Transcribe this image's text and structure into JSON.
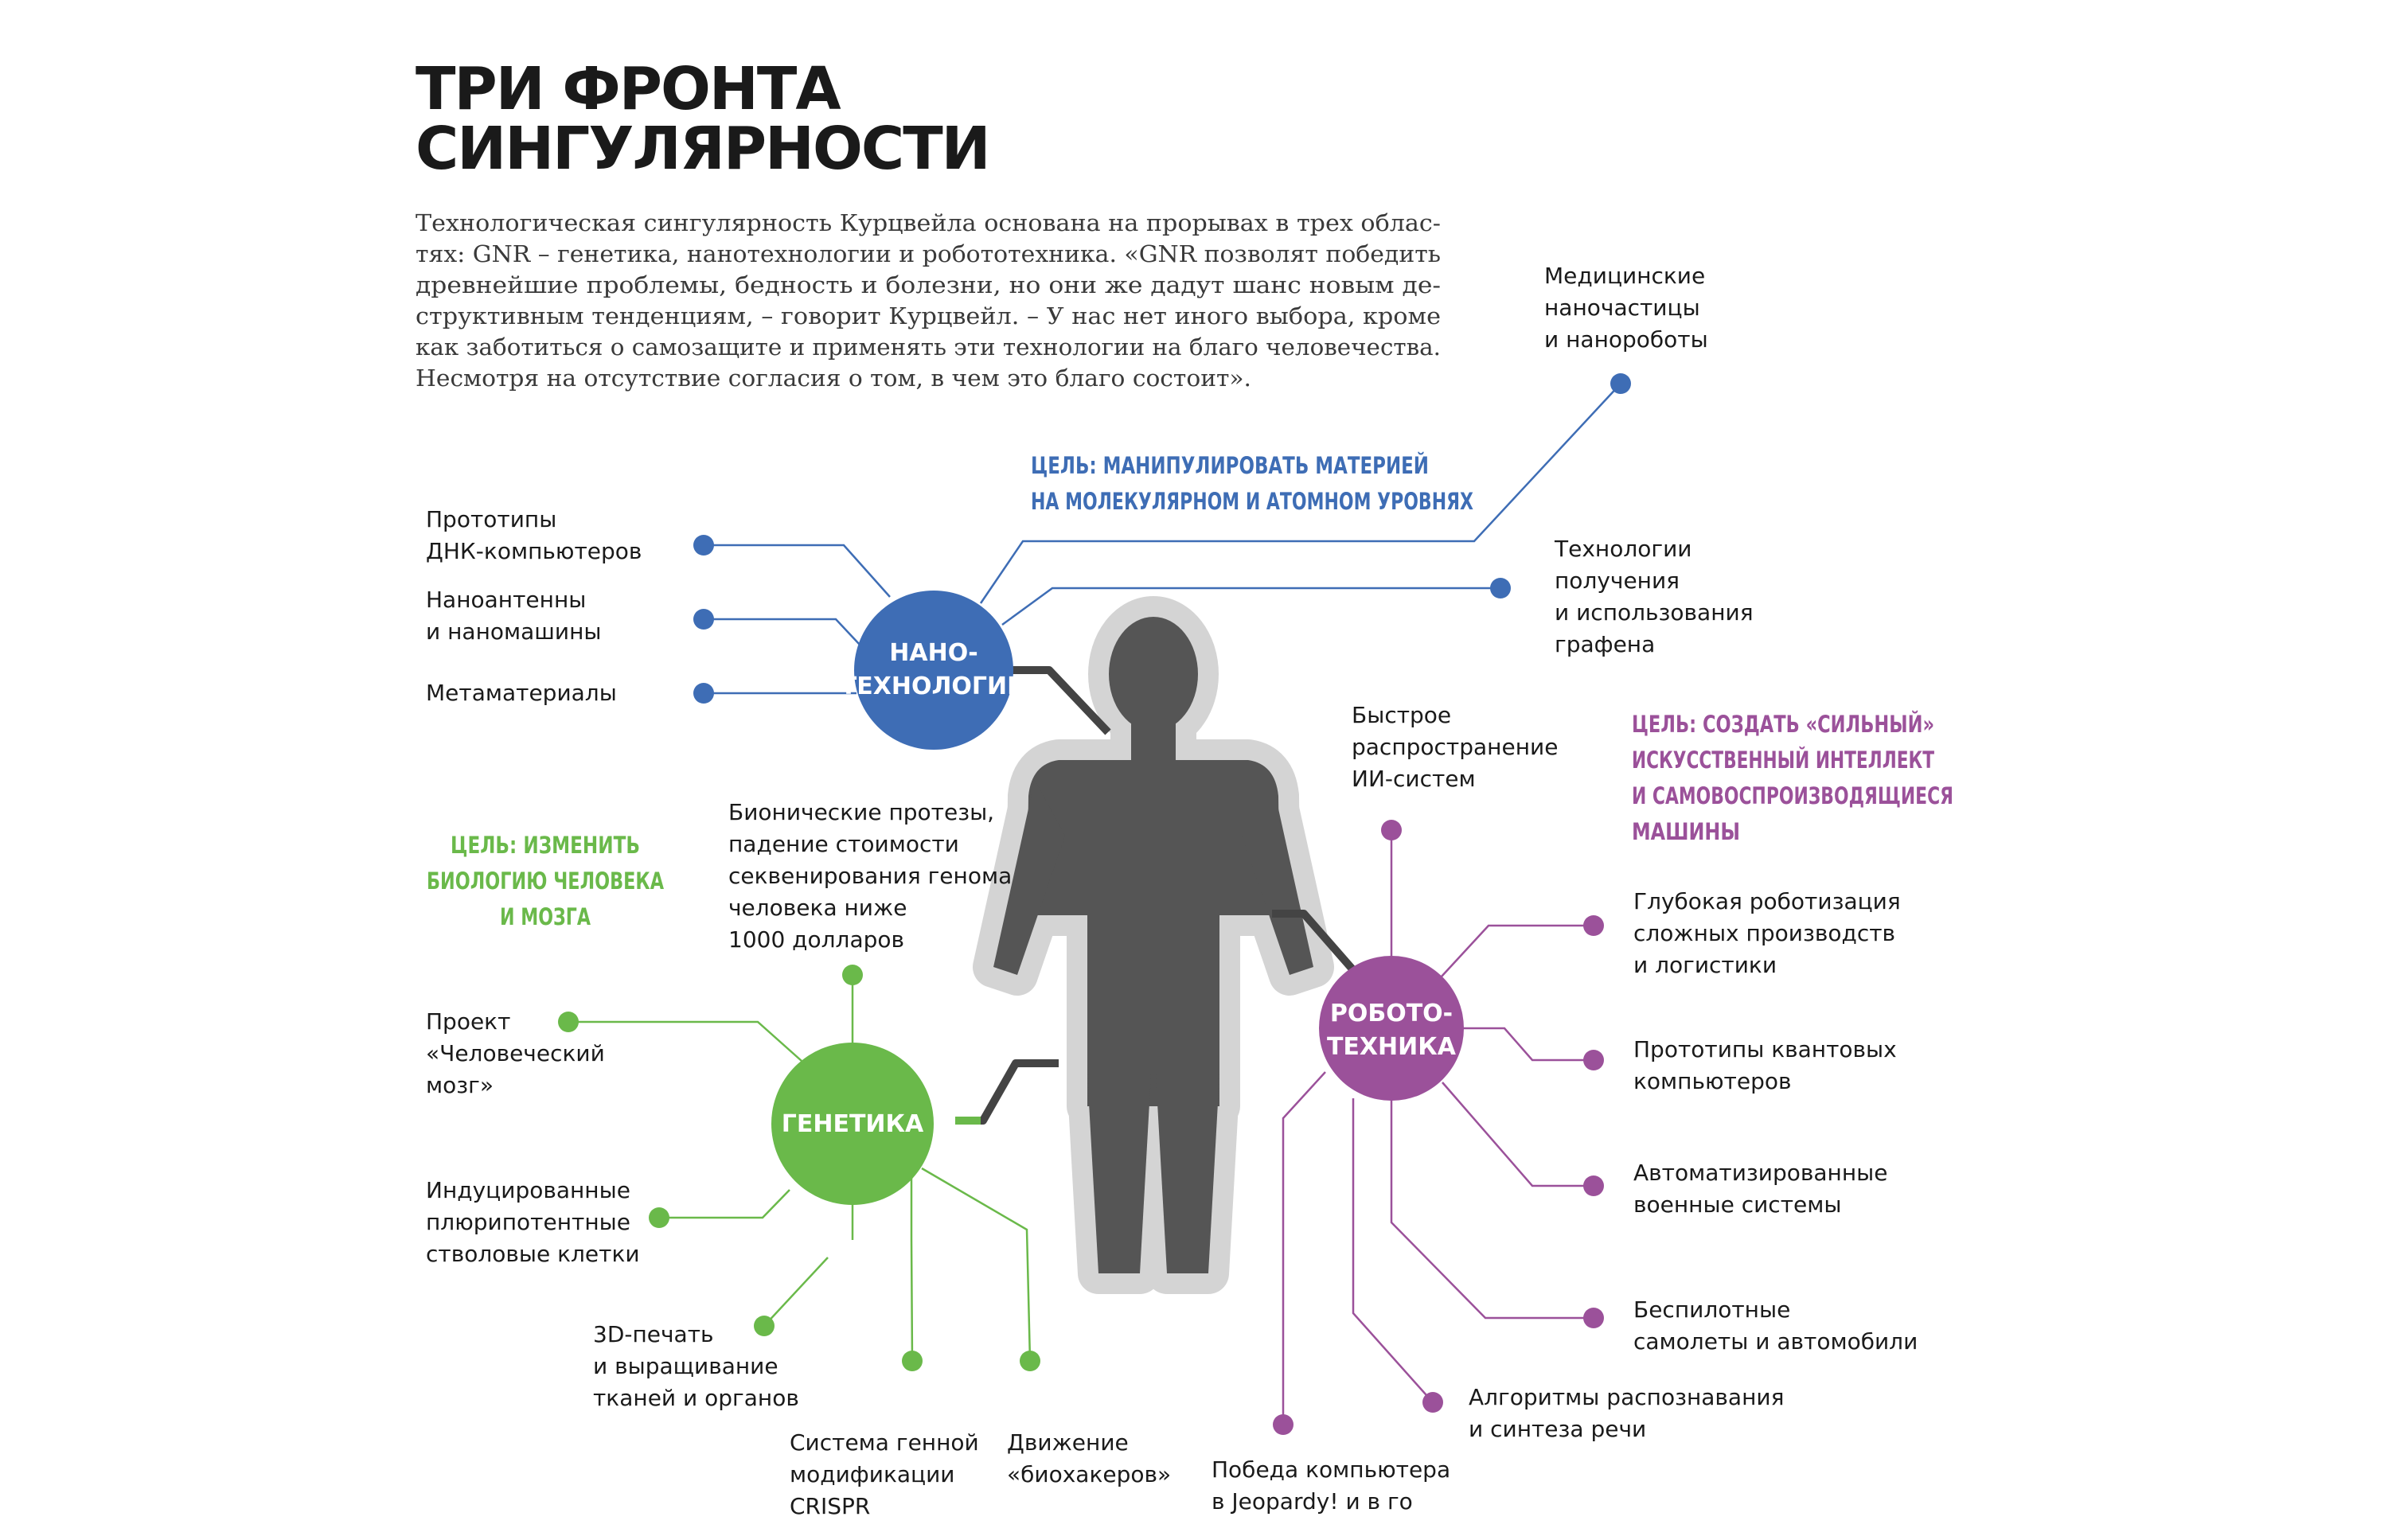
{
  "title": [
    "ТРИ ФРОНТА",
    "СИНГУЛЯРНОСТИ"
  ],
  "intro": [
    "Технологическая сингулярность Курцвейла основана на прорывах в трех облас-",
    "тях: GNR – генетика, нанотехнологии и робототехника. «GNR позволят победить",
    "древнейшие проблемы, бедность и болезни, но они же дадут шанс новым де-",
    "структивным тенденциям, – говорит Курцвейл. – У нас нет иного выбора, кроме",
    "как заботиться о самозащите и применять эти технологии на благо человечества.",
    "Несмотря на отсутствие согласия о том, в чем это благо состоит»."
  ],
  "colors": {
    "nano": "#3e6db5",
    "genetics": "#6ab94a",
    "robotics": "#9b519a",
    "connector": "#444444",
    "body": "#555555",
    "body_halo": "#d4d4d4"
  },
  "hubs": {
    "nano": [
      "НАНО-",
      "ТЕХНОЛОГИИ"
    ],
    "genetics": [
      "ГЕНЕТИКА"
    ],
    "robotics": [
      "РОБОТО-",
      "ТЕХНИКА"
    ]
  },
  "goals": {
    "nano": [
      "ЦЕЛЬ: МАНИПУЛИРОВАТЬ МАТЕРИЕЙ",
      "НА МОЛЕКУЛЯРНОМ И АТОМНОМ УРОВНЯХ"
    ],
    "genetics": [
      "ЦЕЛЬ: ИЗМЕНИТЬ",
      "БИОЛОГИЮ ЧЕЛОВЕКА",
      "И МОЗГА"
    ],
    "robotics": [
      "ЦЕЛЬ: СОЗДАТЬ «СИЛЬНЫЙ»",
      "ИСКУССТВЕННЫЙ ИНТЕЛЛЕКТ",
      "И САМОВОСПРОИЗВОДЯЩИЕСЯ",
      "МАШИНЫ"
    ]
  },
  "nodes": {
    "nano": [
      [
        "Прототипы",
        "ДНК-компьютеров"
      ],
      [
        "Наноантенны",
        "и наномашины"
      ],
      [
        "Метаматериалы"
      ],
      [
        "Медицинские",
        "наночастицы",
        "и нанороботы"
      ],
      [
        "Технологии",
        "получения",
        "и использования",
        "графена"
      ]
    ],
    "genetics": [
      [
        "Бионические протезы,",
        "падение стоимости",
        "секвенирования генома",
        "человека ниже",
        "1000 долларов"
      ],
      [
        "Проект",
        "«Человеческий",
        "мозг»"
      ],
      [
        "Индуцированные",
        "плюрипотентные",
        "стволовые клетки"
      ],
      [
        "3D-печать",
        "и выращивание",
        "тканей и органов"
      ],
      [
        "Система генной",
        "модификации",
        "CRISPR"
      ],
      [
        "Движение",
        "«биохакеров»"
      ]
    ],
    "robotics": [
      [
        "Быстрое",
        "распространение",
        "ИИ-систем"
      ],
      [
        "Глубокая роботизация",
        "сложных производств",
        "и логистики"
      ],
      [
        "Прототипы квантовых",
        "компьютеров"
      ],
      [
        "Автоматизированные",
        "военные системы"
      ],
      [
        "Беспилотные",
        "самолеты и автомобили"
      ],
      [
        "Алгоритмы распознавания",
        "и синтеза речи"
      ],
      [
        "Победа компьютера",
        "в Jeopardy! и в го"
      ]
    ]
  }
}
